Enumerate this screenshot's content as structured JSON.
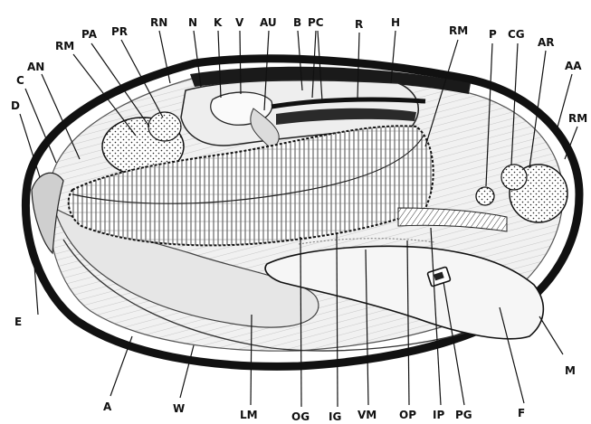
{
  "labels": {
    "rn": "RN",
    "n": "N",
    "k": "K",
    "v": "V",
    "au": "AU",
    "b": "B",
    "pc": "PC",
    "r": "R",
    "h": "H",
    "rm_top_right": "RM",
    "p": "P",
    "cg": "CG",
    "ar": "AR",
    "rm_top_left": "RM",
    "pa": "PA",
    "pr": "PR",
    "an": "AN",
    "c": "C",
    "d": "D",
    "aa": "AA",
    "rm_right": "RM",
    "e": "E",
    "m": "M",
    "a": "A",
    "w": "W",
    "lm": "LM",
    "og": "OG",
    "ig": "IG",
    "vm": "VM",
    "op": "OP",
    "ip": "IP",
    "pg": "PG",
    "f": "F"
  },
  "colors": {
    "ink": "#111111",
    "paper": "#ffffff",
    "shade": "#d8d8d8"
  }
}
